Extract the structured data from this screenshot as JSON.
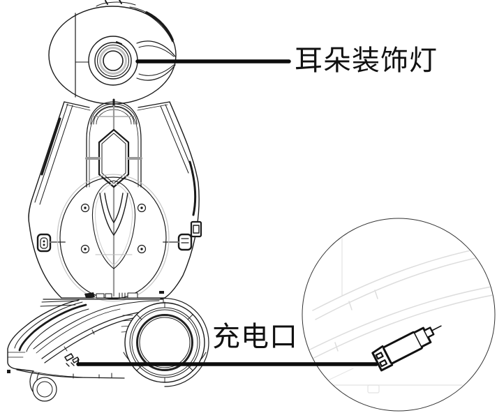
{
  "diagram": {
    "type": "annotated-product-illustration",
    "subject": "robot-side-view-line-drawing",
    "labels": {
      "ear_light": "耳朵装饰灯",
      "charging_port": "充电口"
    },
    "colors": {
      "line": "#1a1a1a",
      "panel_gray": "#999999",
      "contour_gray": "#c4c4c4",
      "detail_gray": "#dddddd",
      "background": "#ffffff"
    }
  }
}
